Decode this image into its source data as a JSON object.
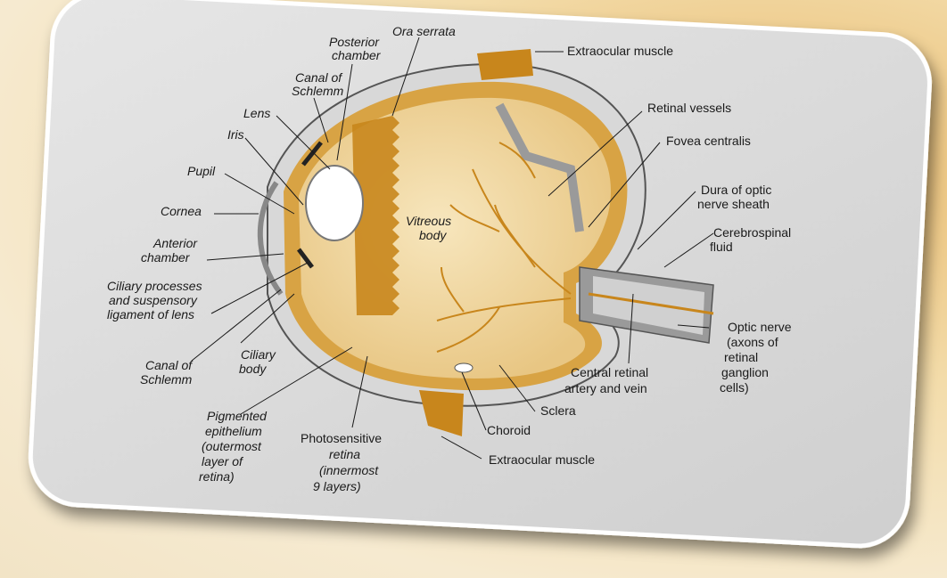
{
  "colors": {
    "background": "#f3dcaa",
    "card": "#dcdcdc",
    "card_border": "#ffffff",
    "sclera": "#d8d8d8",
    "choroid": "#d89a2a",
    "vitreous": "#f0d8a0",
    "retina": "#e8c27a",
    "vessels": "#c8861c",
    "outline": "#555555"
  },
  "labels": {
    "ora_serrata": "Ora serrata",
    "posterior_chamber": [
      "Posterior",
      "chamber"
    ],
    "extraocular_muscle_top": "Extraocular muscle",
    "canal_of_schlemm_top": [
      "Canal of",
      "Schlemm"
    ],
    "retinal_vessels": "Retinal vessels",
    "lens": "Lens",
    "iris": "Iris",
    "fovea_centralis": "Fovea centralis",
    "pupil": "Pupil",
    "dura": [
      "Dura of optic",
      "nerve sheath"
    ],
    "cornea": "Cornea",
    "vitreous_body": [
      "Vitreous",
      "body"
    ],
    "cerebrospinal_fluid": [
      "Cerebrospinal",
      "fluid"
    ],
    "anterior_chamber": [
      "Anterior",
      "chamber"
    ],
    "ciliary_processes": [
      "Ciliary processes",
      "and suspensory",
      "ligament of lens"
    ],
    "optic_nerve": [
      "Optic nerve",
      "(axons of",
      "retinal",
      "ganglion",
      "cells)"
    ],
    "canal_of_schlemm_bottom": [
      "Canal of",
      "Schlemm"
    ],
    "ciliary_body": [
      "Ciliary",
      "body"
    ],
    "central_retinal": [
      "Central retinal",
      "artery and vein"
    ],
    "sclera": "Sclera",
    "pigmented_epithelium": [
      "Pigmented",
      "epithelium",
      "(outermost",
      "layer of",
      "retina)"
    ],
    "photosensitive_retina": [
      "Photosensitive",
      "retina",
      "(innermost",
      "9 layers)"
    ],
    "choroid": "Choroid",
    "extraocular_muscle_bottom": "Extraocular muscle"
  }
}
